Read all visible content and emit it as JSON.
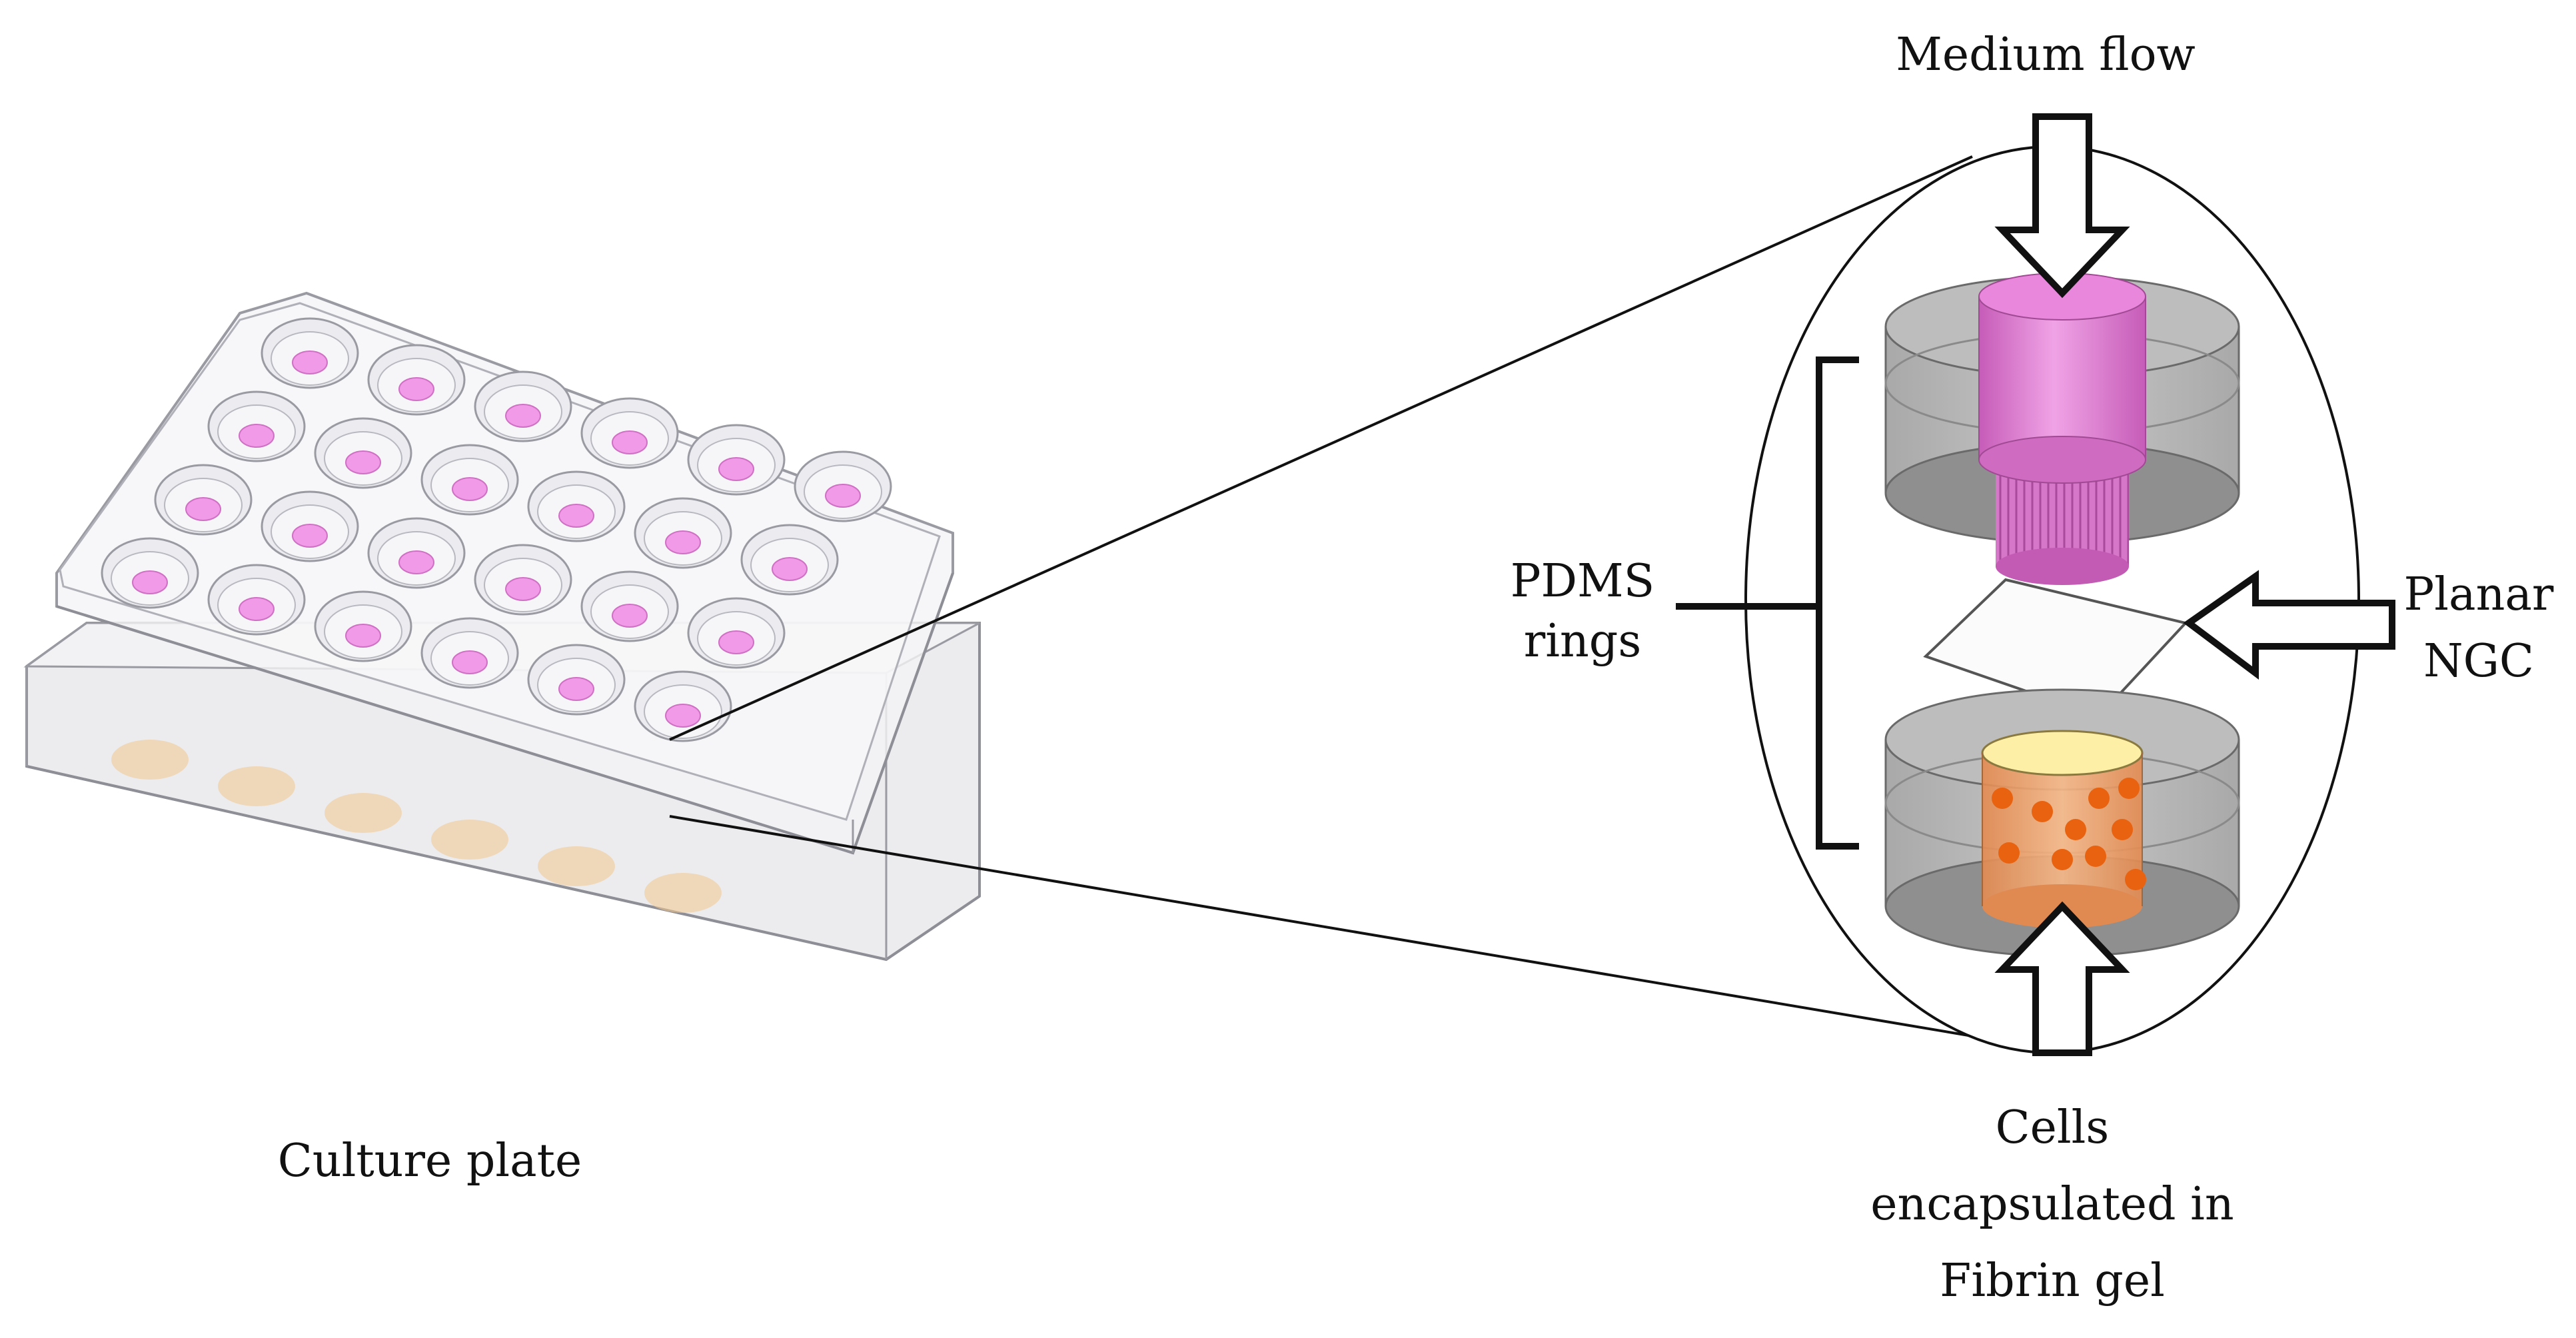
{
  "labels": {
    "medium_flow": "Medium flow",
    "pdms_line1": "PDMS",
    "pdms_line2": "rings",
    "planar_line1": "Planar",
    "planar_line2": "NGC",
    "cells_line1": "Cells",
    "cells_line2": "encapsulated in",
    "cells_line3": "Fibrin gel",
    "culture_plate": "Culture plate"
  },
  "plate": {
    "rows": 4,
    "columns": 6,
    "well_count": 24
  },
  "colors": {
    "medium": "#e37fd6",
    "well_medium": "#f09ae8",
    "gel_top": "#fdf0a6",
    "gel_body": "#f0a06a",
    "cells": "#e8620f",
    "pdms": "#9a9a9a",
    "outline": "#111111"
  },
  "icons": {
    "arrow_down": "hollow-arrow-down-icon",
    "arrow_up": "hollow-arrow-up-icon",
    "arrow_left": "hollow-arrow-left-icon"
  }
}
